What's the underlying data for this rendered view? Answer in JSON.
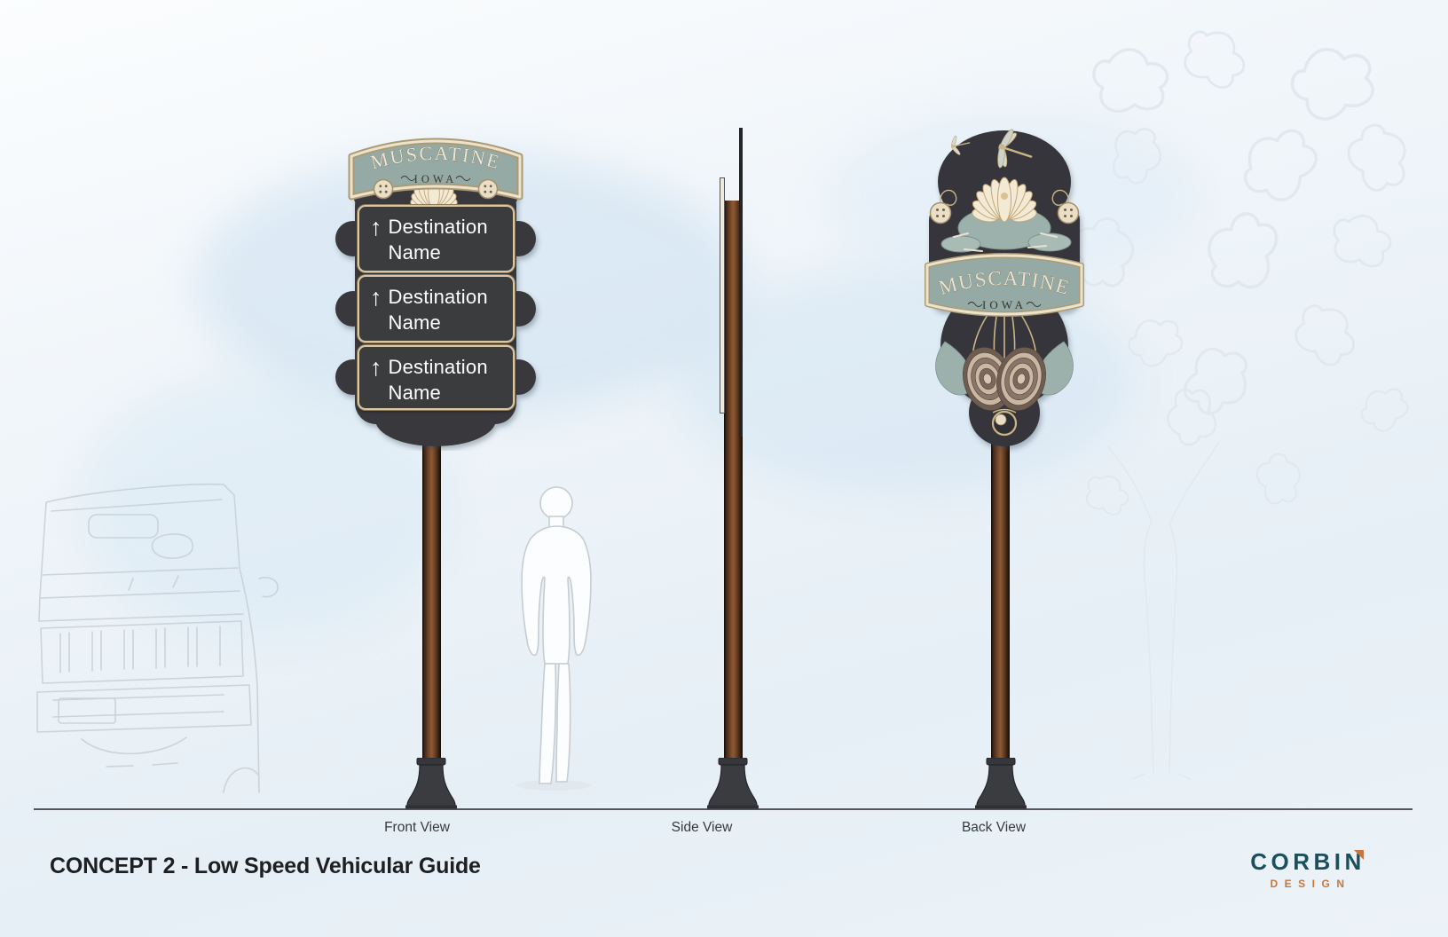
{
  "board": {
    "title": "CONCEPT 2 - Low Speed Vehicular Guide"
  },
  "views": {
    "front": {
      "label": "Front View"
    },
    "side": {
      "label": "Side View"
    },
    "back": {
      "label": "Back View"
    }
  },
  "front_sign": {
    "banner_title": "MUSCATINE",
    "banner_subtitle": "IOWA",
    "panels": [
      {
        "arrow": "↑",
        "line1": "Destination",
        "line2": "Name"
      },
      {
        "arrow": "↑",
        "line1": "Destination",
        "line2": "Name"
      },
      {
        "arrow": "↑",
        "line1": "Destination",
        "line2": "Name"
      }
    ]
  },
  "back_sign": {
    "banner_title": "MUSCATINE",
    "banner_subtitle": "IOWA"
  },
  "logo": {
    "wordmark": "CORBIN",
    "tagline": "DESIGN"
  },
  "colors": {
    "sign_dark": "#38393c",
    "banner_sage": "#96aaa5",
    "panel_border_tan": "#d9c6a4",
    "artwork_cream": "#f1e8d4",
    "artwork_tan": "#c2a676",
    "post_brown": "#7b4a28",
    "base_dark": "#3a3c3f",
    "logo_teal": "#1b4f5e",
    "logo_orange": "#c8763f",
    "background_blue": "#e7f0f7"
  }
}
